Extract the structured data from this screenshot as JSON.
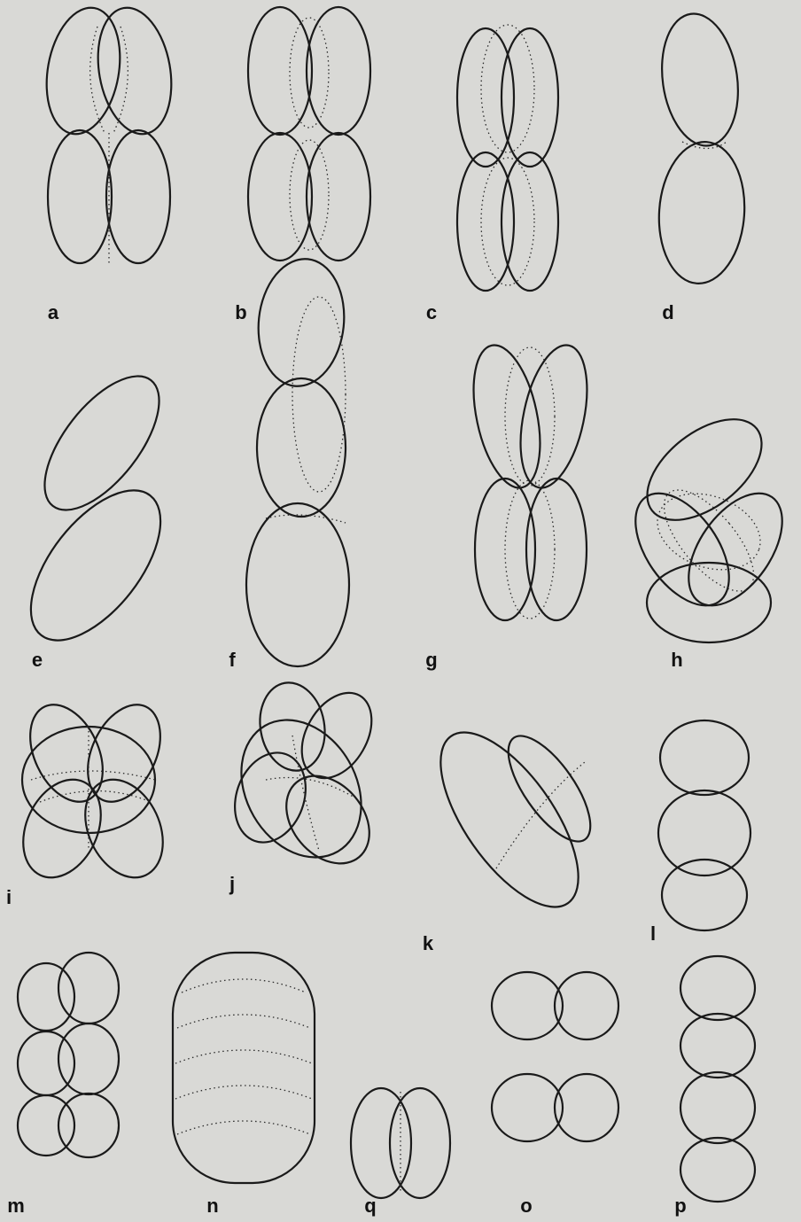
{
  "figures": [
    {
      "id": "a",
      "label": "a"
    },
    {
      "id": "b",
      "label": "b"
    },
    {
      "id": "c",
      "label": "c"
    },
    {
      "id": "d",
      "label": "d"
    },
    {
      "id": "e",
      "label": "e"
    },
    {
      "id": "f",
      "label": "f"
    },
    {
      "id": "g",
      "label": "g"
    },
    {
      "id": "h",
      "label": "h"
    },
    {
      "id": "i",
      "label": "i"
    },
    {
      "id": "j",
      "label": "j"
    },
    {
      "id": "k",
      "label": "k"
    },
    {
      "id": "l",
      "label": "l"
    },
    {
      "id": "m",
      "label": "m"
    },
    {
      "id": "n",
      "label": "n"
    },
    {
      "id": "q",
      "label": "q"
    },
    {
      "id": "o",
      "label": "o"
    },
    {
      "id": "p",
      "label": "p"
    }
  ],
  "colors": {
    "background": "#d9d9d6",
    "line": "#1a1a1a"
  }
}
